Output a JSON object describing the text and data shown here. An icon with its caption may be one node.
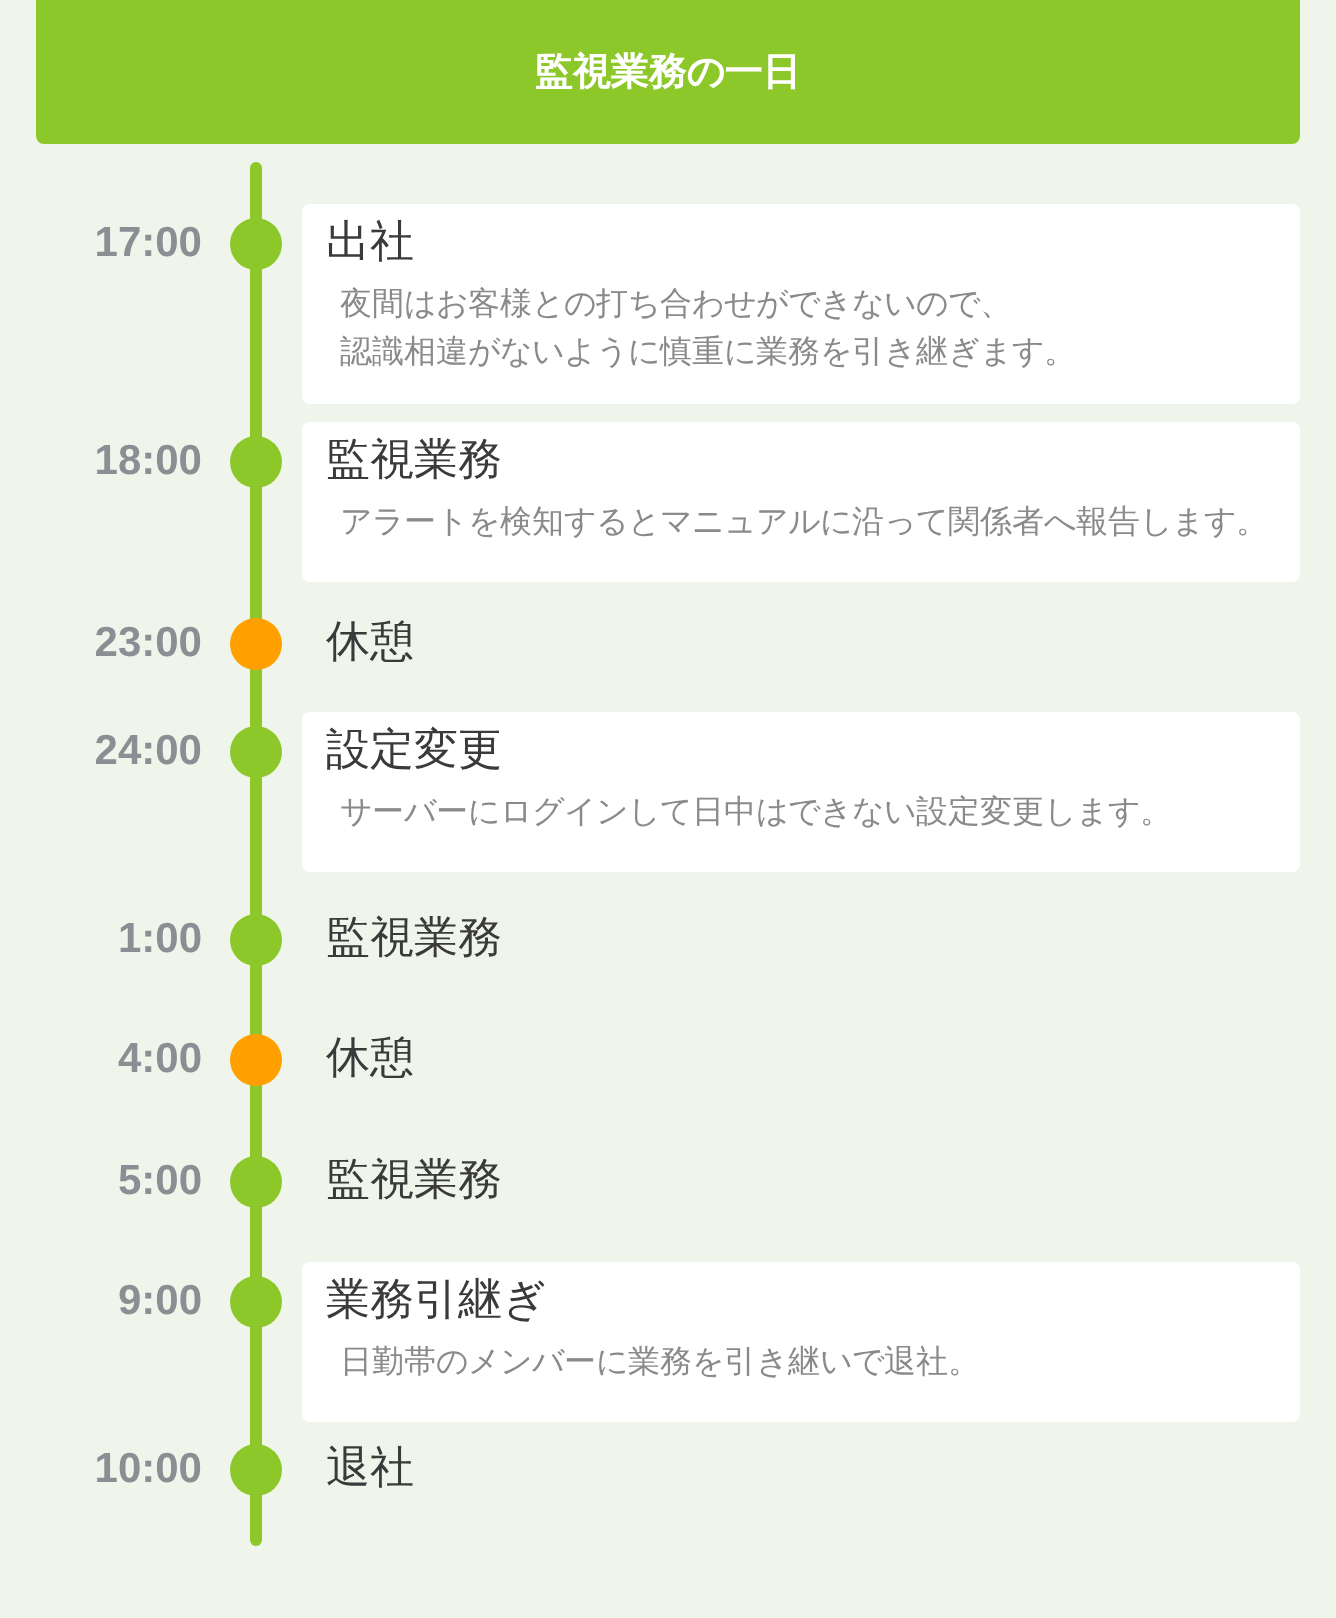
{
  "diagram": {
    "title": "監視業務の一日",
    "nodes": [
      {
        "text": [
          "出社",
          "夜間はお客様との打ち合わせができないので、認識相違がないように慎重に業務を引き継ぎます。"
        ],
        "beside": [
          "17:00"
        ]
      },
      {
        "text": [
          "監視業務",
          "アラートを検知するとマニュアルに沿って関係者へ報告します。"
        ],
        "beside": [
          "18:00"
        ]
      },
      {
        "text": [
          "休憩"
        ],
        "beside": [
          "23:00"
        ]
      },
      {
        "text": [
          "設定変更",
          "サーバーにログインして日中はできない設定変更します。"
        ],
        "beside": [
          "24:00"
        ]
      },
      {
        "text": [
          "監視業務"
        ],
        "beside": [
          "1:00"
        ]
      },
      {
        "text": [
          "休憩"
        ],
        "beside": [
          "4:00"
        ]
      },
      {
        "text": [
          "監視業務"
        ],
        "beside": [
          "5:00"
        ]
      },
      {
        "text": [
          "業務引継ぎ",
          "日勤帯のメンバーに業務を引き継いで退社。"
        ],
        "beside": [
          "9:00"
        ]
      },
      {
        "text": [
          "退社"
        ],
        "beside": [
          "10:00"
        ]
      }
    ]
  }
}
